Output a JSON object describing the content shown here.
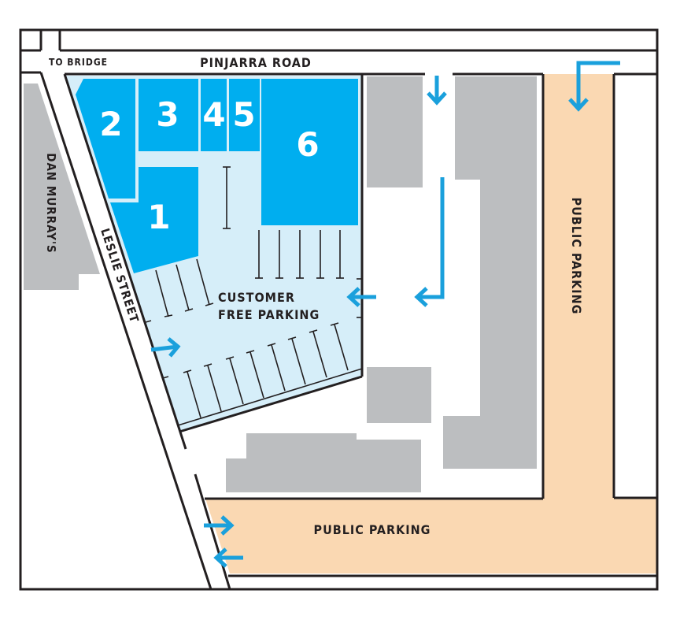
{
  "colors": {
    "lot_blue": "#00aeef",
    "parking_light": "#d6eef9",
    "building_gray": "#bcbec0",
    "public_parking": "#fad8b2",
    "arrow": "#1aa0dc",
    "line": "#231f20"
  },
  "roads": {
    "top": "PINJARRA ROAD",
    "side": "LESLIE STREET",
    "bridge": "TO BRIDGE"
  },
  "neighbour": "DAN MURRAY'S",
  "lots": [
    "1",
    "2",
    "3",
    "4",
    "5",
    "6"
  ],
  "customer_parking": [
    "CUSTOMER",
    "FREE PARKING"
  ],
  "public_parking_bottom": "PUBLIC PARKING",
  "public_parking_right": "PUBLIC PARKING"
}
